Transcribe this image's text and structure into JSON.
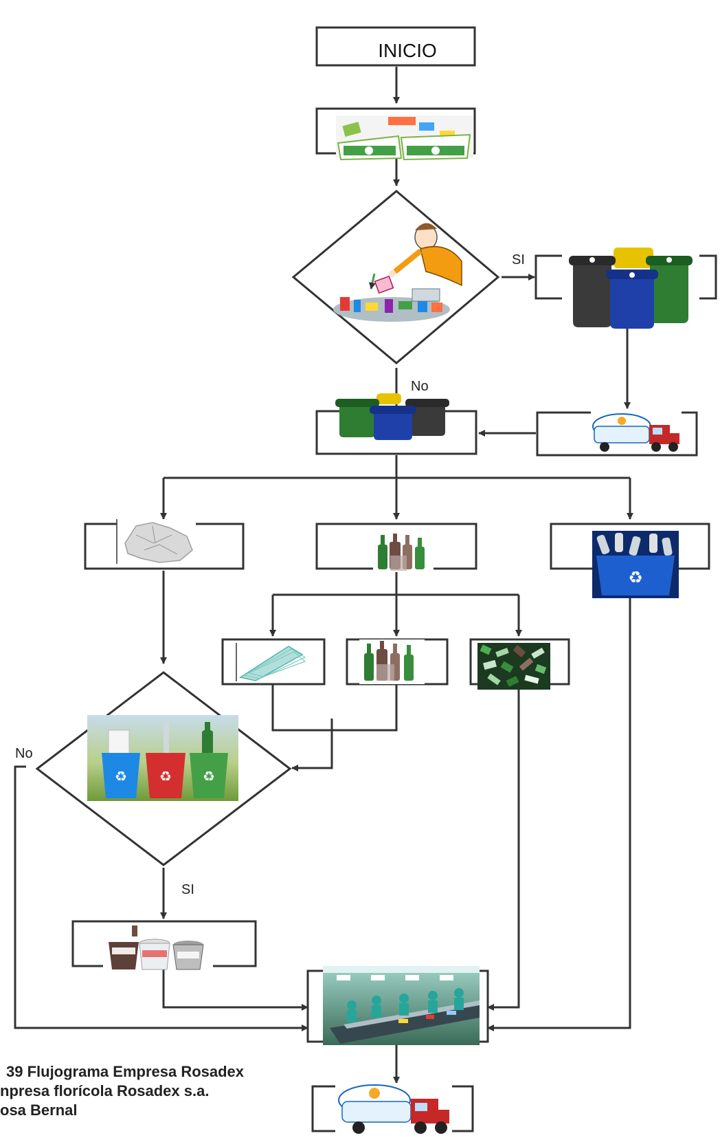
{
  "diagram": {
    "start_label": "INICIO",
    "yes_label_1": "SI",
    "no_label_1": "No",
    "no_label_2": "No",
    "yes_label_2": "SI"
  },
  "caption": {
    "line1": "39 Flujograma Empresa Rosadex",
    "line2": "npresa florícola Rosadex s.a.",
    "line3": "osa Bernal"
  },
  "colors": {
    "line": "#333333",
    "bin_green": "#2e7d32",
    "bin_blue": "#1e40a8",
    "bin_yellow": "#e6c200",
    "bin_gray": "#3a3a3a",
    "truck_red": "#c62828",
    "recycle_green": "#4caf50"
  },
  "icons": [
    "recycle-bags-icon",
    "person-sorting-icon",
    "four-bins-icon",
    "waste-truck-icon",
    "crumpled-paper-icon",
    "glass-bottles-icon",
    "plastic-bottles-bin-icon",
    "glass-sheets-icon",
    "broken-glass-icon",
    "recycle-containers-icon",
    "paper-plastic-glass-baskets-icon",
    "sorting-facility-icon"
  ]
}
